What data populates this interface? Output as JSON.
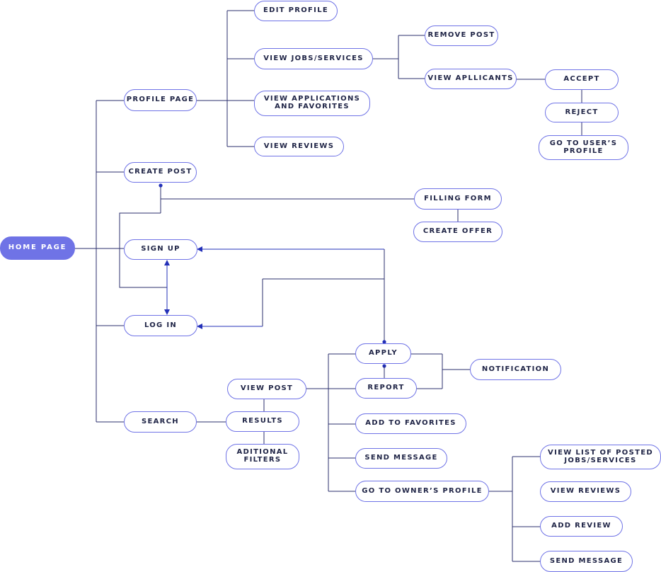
{
  "colors": {
    "node_border": "#6f73e6",
    "home_fill": "#6f73e6",
    "line": "#2b2f6e",
    "arrow": "#2330b8",
    "text": "#1f2446"
  },
  "nodes": {
    "home": "HOME PAGE",
    "profile_page": "PROFILE PAGE",
    "edit_profile": "EDIT PROFILE",
    "view_jobs": "VIEW JOBS/SERVICES",
    "remove_post": "REMOVE POST",
    "view_applicants": "VIEW APLLICANTS",
    "accept": "ACCEPT",
    "reject": "REJECT",
    "go_to_users_profile": "GO TO USER’S\nPROFILE",
    "view_applications": "VIEW APPLICATIONS\nAND FAVORITES",
    "view_reviews_profile": "VIEW REVIEWS",
    "create_post": "CREATE POST",
    "filling_form": "FILLING FORM",
    "create_offer": "CREATE OFFER",
    "sign_up": "SIGN UP",
    "log_in": "LOG IN",
    "apply": "APPLY",
    "report": "REPORT",
    "notification": "NOTIFICATION",
    "view_post": "VIEW POST",
    "search": "SEARCH",
    "results": "RESULTS",
    "additional_filters": "ADITIONAL\nFILTERS",
    "add_to_favorites": "ADD TO FAVORITES",
    "send_message_post": "SEND MESSAGE",
    "go_to_owners_profile": "GO TO OWNER’S PROFILE",
    "view_list_posted": "VIEW LIST OF POSTED\nJOBS/SERVICES",
    "view_reviews_owner": "VIEW REVIEWS",
    "add_review": "ADD REVIEW",
    "send_message_owner": "SEND MESSAGE"
  }
}
